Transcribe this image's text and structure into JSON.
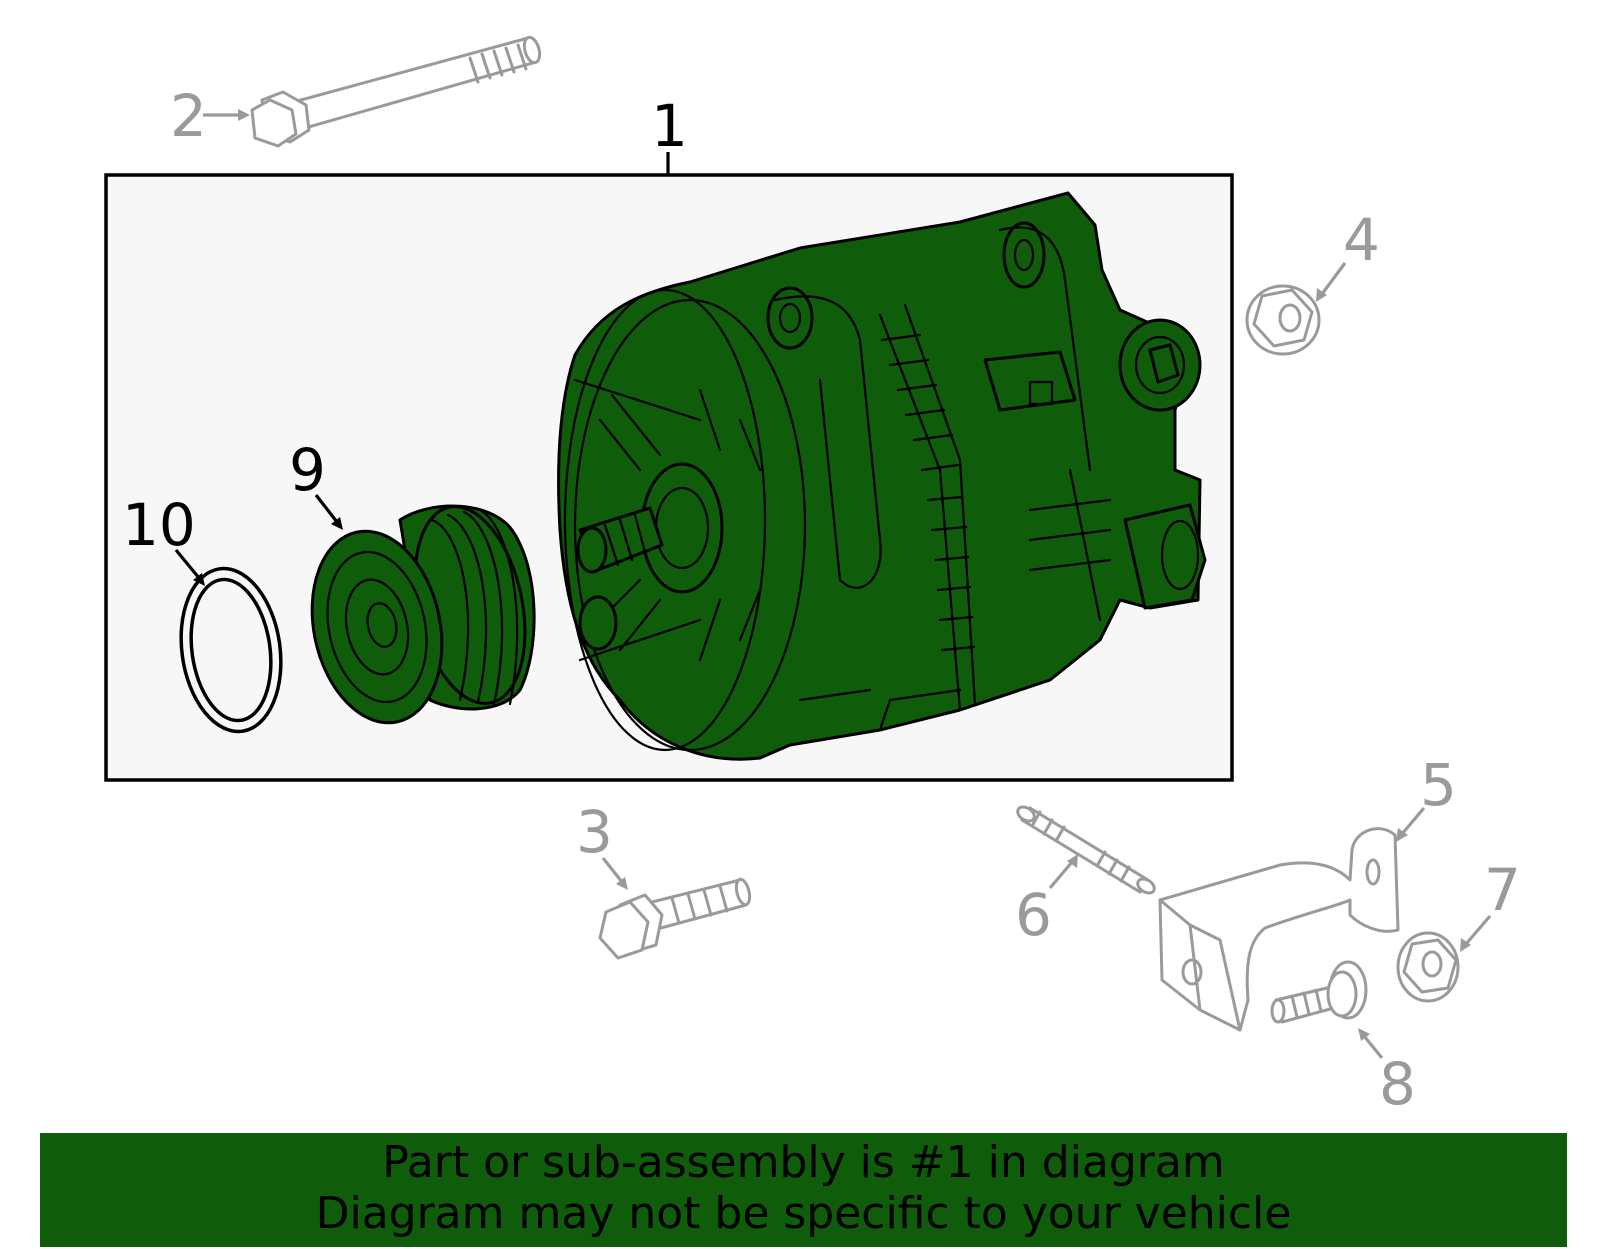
{
  "callouts": {
    "c1": "1",
    "c2": "2",
    "c3": "3",
    "c4": "4",
    "c5": "5",
    "c6": "6",
    "c7": "7",
    "c8": "8",
    "c9": "9",
    "c10": "10"
  },
  "banner": {
    "line1": "Part or sub-assembly is #1 in diagram",
    "line2": "Diagram may not be specific to your vehicle"
  },
  "colors": {
    "highlight": "#0f5c0b",
    "muted": "#9a9a9a",
    "box_background": "#f7f7f7"
  }
}
